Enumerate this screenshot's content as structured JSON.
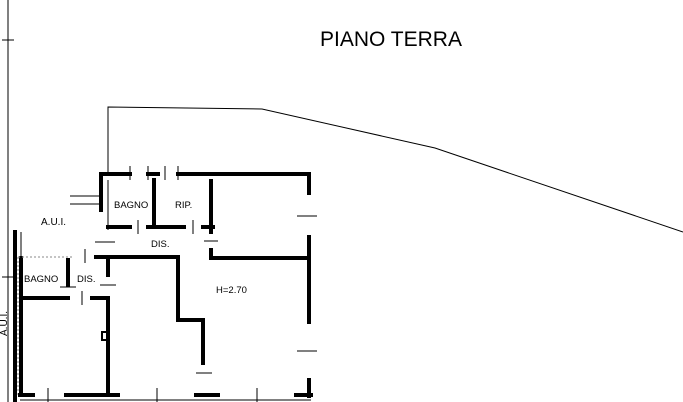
{
  "title": "PIANO TERRA",
  "rooms": {
    "aui_top": "A.U.I.",
    "aui_side": "A.U.I.",
    "bagno_top": "BAGNO",
    "rip": "RIP.",
    "dis_top": "DIS.",
    "bagno_left": "BAGNO",
    "dis_left": "DIS.",
    "height": "H=2.70"
  }
}
